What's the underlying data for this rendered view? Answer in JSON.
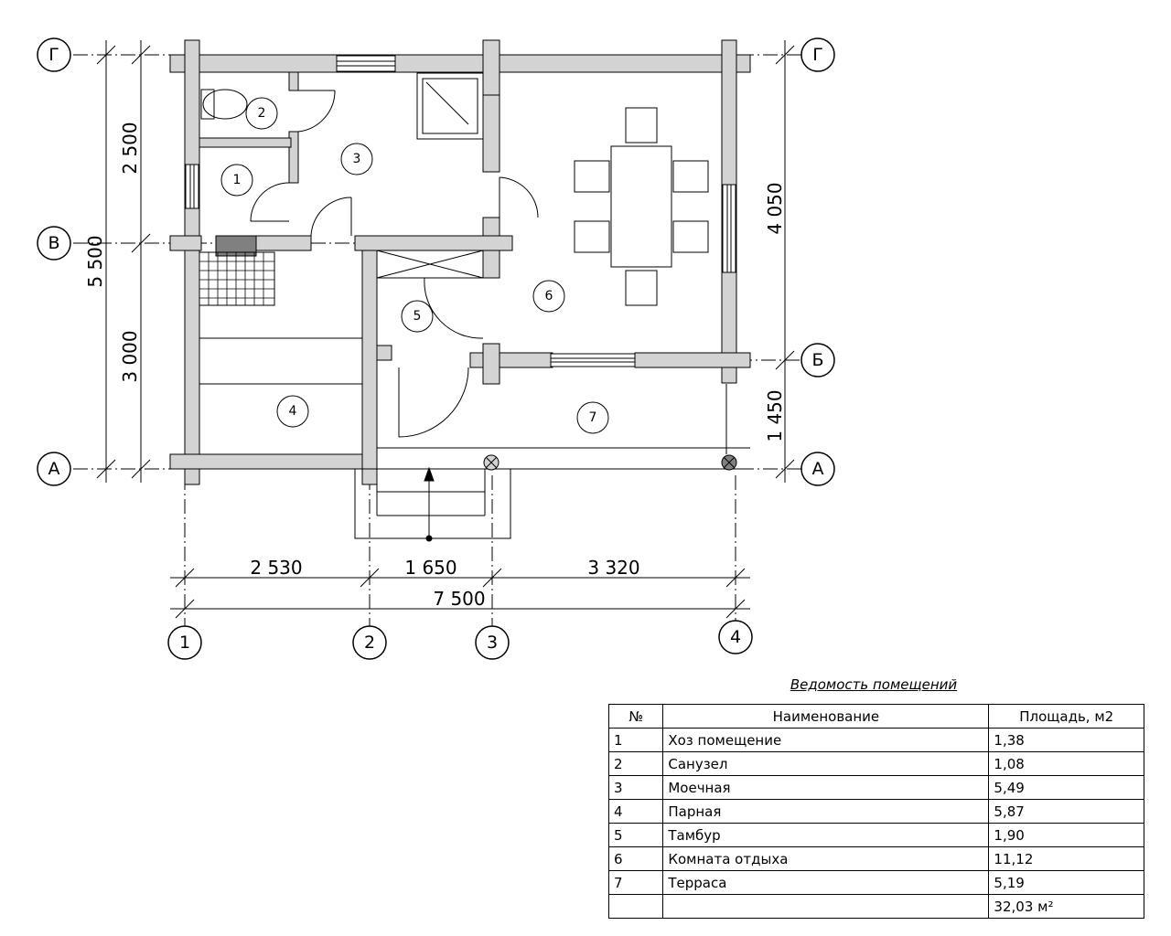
{
  "plan": {
    "axes": {
      "horizontal": [
        "Г",
        "В",
        "Б",
        "А"
      ],
      "vertical": [
        "1",
        "2",
        "3",
        "4"
      ]
    },
    "dimensions": {
      "left_outer": "5 500",
      "left_inner": [
        "2 500",
        "3 000"
      ],
      "right": [
        "4 050",
        "1 450"
      ],
      "bottom_parts": [
        "2 530",
        "1 650",
        "3 320"
      ],
      "bottom_total": "7 500"
    },
    "room_numbers": [
      "1",
      "2",
      "3",
      "4",
      "5",
      "6",
      "7"
    ]
  },
  "schedule": {
    "title": "Ведомость помещений",
    "headers": [
      "№",
      "Наименование",
      "Площадь, м2"
    ],
    "rows": [
      {
        "num": "1",
        "name": "Хоз помещение",
        "area": "1,38"
      },
      {
        "num": "2",
        "name": "Санузел",
        "area": "1,08"
      },
      {
        "num": "3",
        "name": "Моечная",
        "area": "5,49"
      },
      {
        "num": "4",
        "name": "Парная",
        "area": "5,87"
      },
      {
        "num": "5",
        "name": "Тамбур",
        "area": "1,90"
      },
      {
        "num": "6",
        "name": "Комната отдыха",
        "area": "11,12"
      },
      {
        "num": "7",
        "name": "Терраса",
        "area": "5,19"
      }
    ],
    "total": "32,03 м²"
  }
}
